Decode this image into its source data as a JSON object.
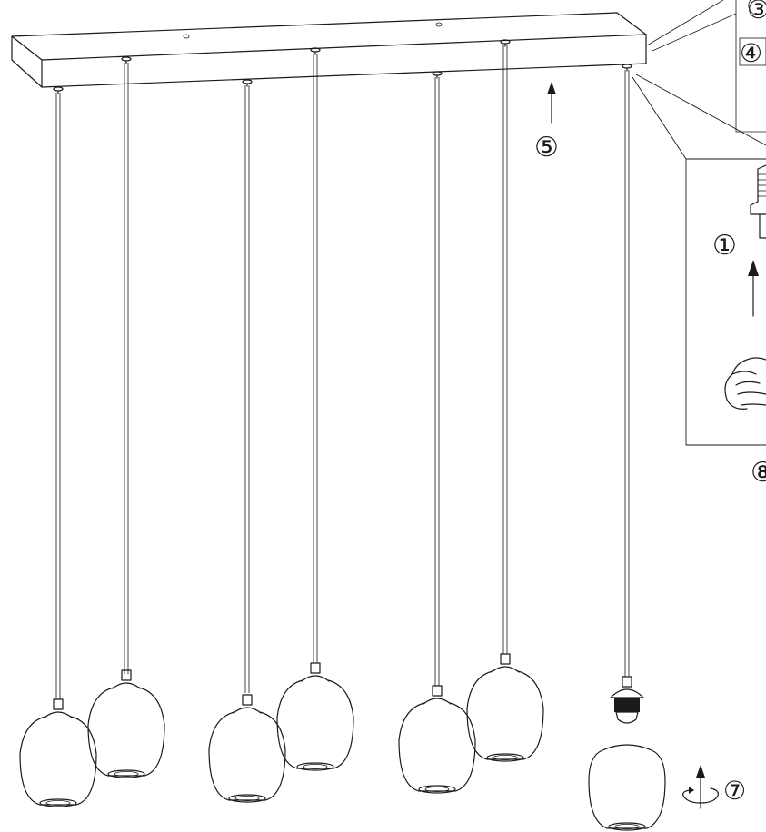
{
  "steps": {
    "step1": "①",
    "step4": "④",
    "step5": "⑤",
    "step7": "⑦",
    "step8_partial": "⑧",
    "step_top_partial": "③"
  },
  "icons": {
    "up_arrow": "up-arrow-icon",
    "rotate_arrow": "rotate-arrow-icon",
    "hand": "hand-icon",
    "bulb_socket": "bulb-socket-icon"
  }
}
